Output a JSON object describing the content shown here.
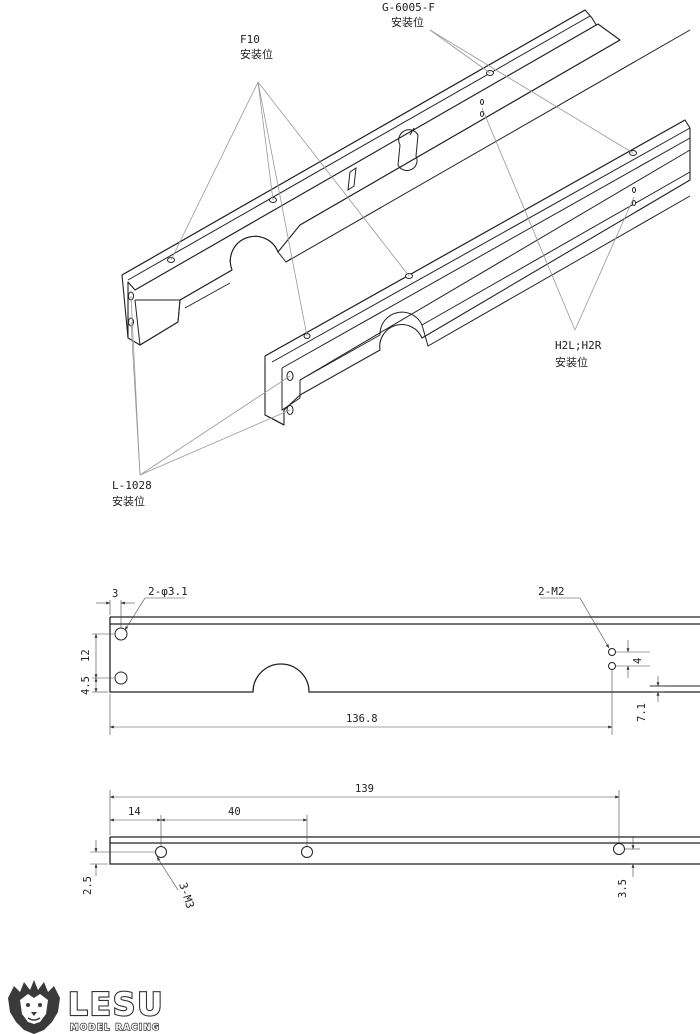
{
  "iso_view": {
    "callouts": [
      {
        "code": "G-6005-F",
        "label": "安装位"
      },
      {
        "code": "F10",
        "label": "安装位"
      },
      {
        "code": "H2L;H2R",
        "label": "安装位"
      },
      {
        "code": "L-1028",
        "label": "安装位"
      }
    ]
  },
  "side_view": {
    "hole_note": "2-φ3.1",
    "thread_note": "2-M2",
    "dims": {
      "edge_offset": "3",
      "hole_pitch_v": "12",
      "hole_low": "4.5",
      "m2_pitch": "4",
      "m2_low": "7.1",
      "overall": "136.8"
    }
  },
  "top_view": {
    "thread_note": "3-M3",
    "dims": {
      "overall": "139",
      "first": "14",
      "pitch": "40",
      "left_offset": "2.5",
      "right_offset": "3.5"
    }
  },
  "brand": {
    "name": "LESU",
    "tagline": "MODEL RACING"
  }
}
